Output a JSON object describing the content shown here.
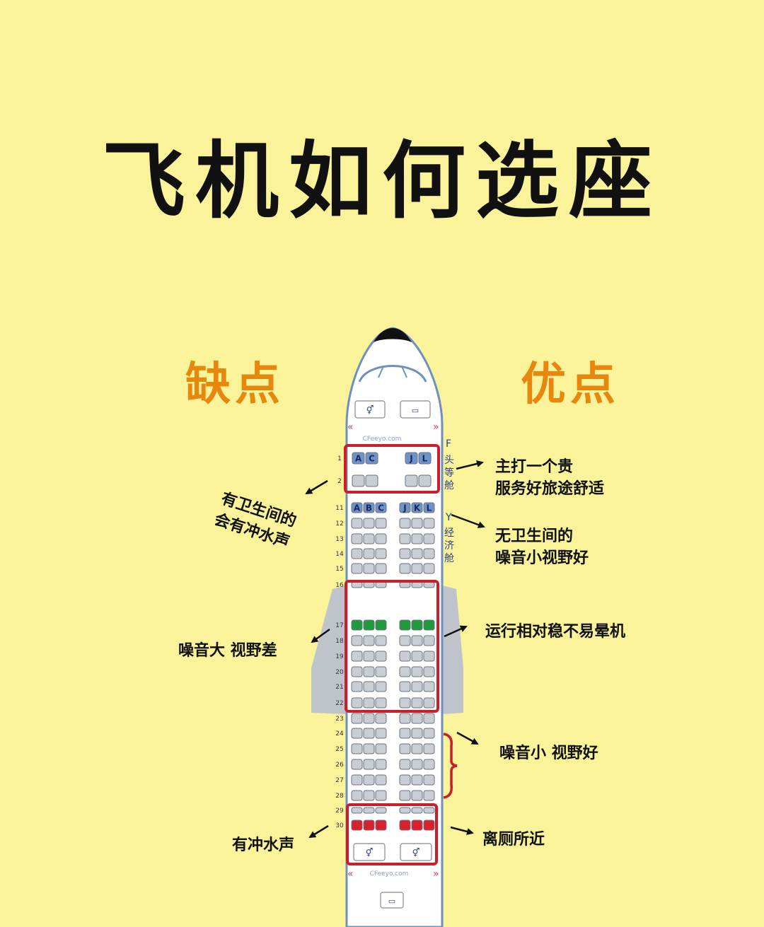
{
  "title": "飞机如何选座",
  "headings": {
    "cons": "缺点",
    "pros": "优点"
  },
  "cabin_classes": {
    "first": {
      "code": "F",
      "name": [
        "头",
        "等",
        "舱"
      ]
    },
    "economy": {
      "code": "Y",
      "name": [
        "经",
        "济",
        "舱"
      ]
    }
  },
  "seat_letters": {
    "first": [
      "A",
      "C",
      "J",
      "L"
    ],
    "economy": [
      "A",
      "B",
      "C",
      "J",
      "K",
      "L"
    ]
  },
  "row_numbers": [
    "1",
    "2",
    "11",
    "12",
    "13",
    "14",
    "15",
    "16",
    "17",
    "18",
    "19",
    "20",
    "21",
    "22",
    "23",
    "24",
    "25",
    "26",
    "27",
    "28",
    "29",
    "30"
  ],
  "watermark": "CFeeyo.com",
  "cons": [
    {
      "lines": [
        "有卫生间的",
        "会有冲水声"
      ]
    },
    {
      "lines": [
        "噪音大 视野差"
      ]
    },
    {
      "lines": [
        "有冲水声"
      ]
    }
  ],
  "pros": [
    {
      "lines": [
        "主打一个贵",
        "服务好旅途舒适"
      ]
    },
    {
      "lines": [
        "无卫生间的",
        "噪音小视野好"
      ]
    },
    {
      "lines": [
        "运行相对稳不易晕机"
      ]
    },
    {
      "lines": [
        "噪音小 视野好"
      ]
    },
    {
      "lines": [
        "离厕所近"
      ]
    }
  ],
  "colors": {
    "background": "#FAF39A",
    "heading": "#E8870E",
    "highlight_box": "#C8202A",
    "first_class_seat": "#6F93C9",
    "exit_row_seat": "#1E9B3C",
    "rear_row_seat": "#D9212E",
    "standard_seat": "#C9CDD4"
  }
}
